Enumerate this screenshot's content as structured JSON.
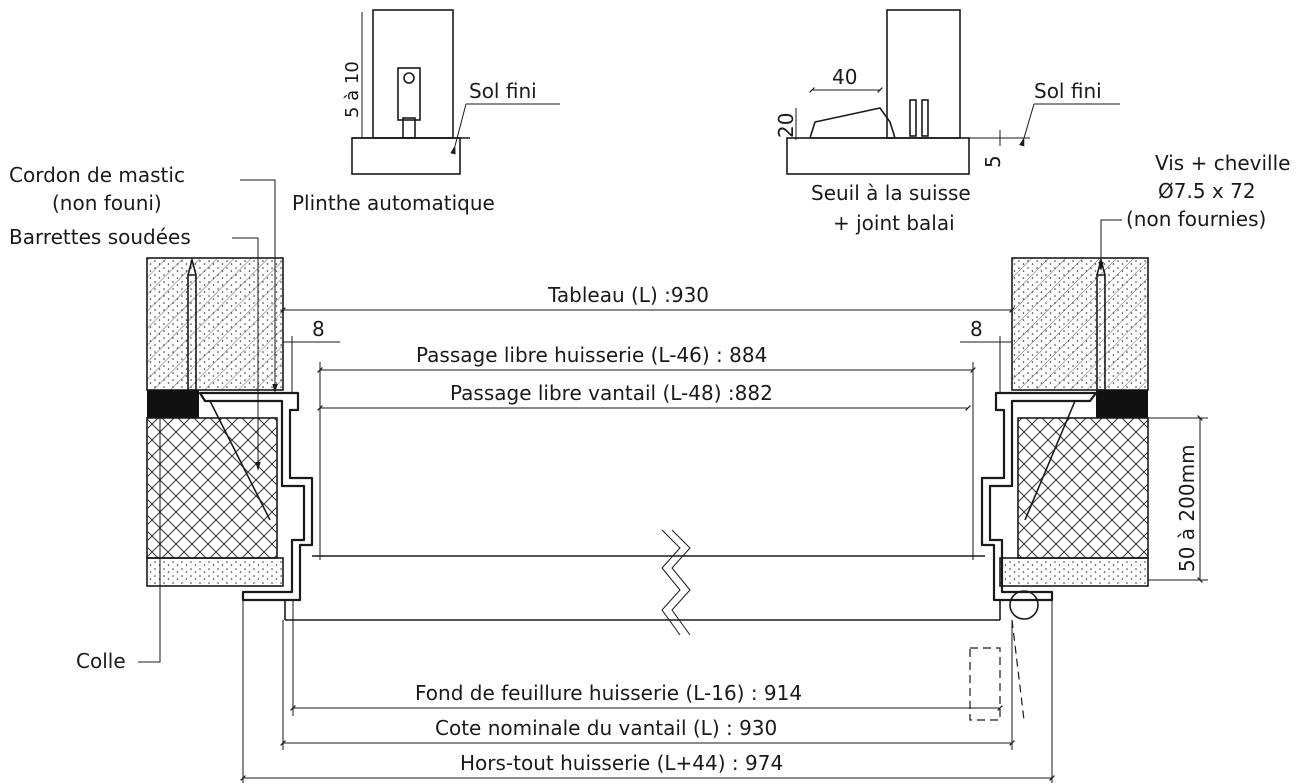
{
  "top_details": {
    "left": {
      "dimension": "5 à 10",
      "floor_label": "Sol fini",
      "caption": "Plinthe automatique"
    },
    "right": {
      "dimension_width": "40",
      "dimension_height": "20",
      "dimension_floor": "5",
      "floor_label": "Sol fini",
      "caption_line1": "Seuil à la suisse",
      "caption_line2": "+ joint balai"
    }
  },
  "annotations": {
    "mastic_line1": "Cordon de mastic",
    "mastic_line2": "(non founi)",
    "barrettes": "Barrettes soudées",
    "colle": "Colle",
    "screws_line1": "Vis + cheville",
    "screws_line2": "Ø7.5 x 72",
    "screws_line3": "(non fournies)",
    "wall_depth": "50 à 200mm"
  },
  "dimensions": {
    "tableau": "Tableau (L) :930",
    "gap_left": "8",
    "gap_right": "8",
    "passage_huisserie": "Passage libre huisserie (L-46) : 884",
    "passage_vantail": "Passage libre vantail (L-48) :882",
    "fond_feuillure": "Fond de feuillure huisserie (L-16) : 914",
    "cote_nominale": "Cote nominale du vantail (L) : 930",
    "hors_tout": "Hors-tout huisserie (L+44) : 974"
  }
}
